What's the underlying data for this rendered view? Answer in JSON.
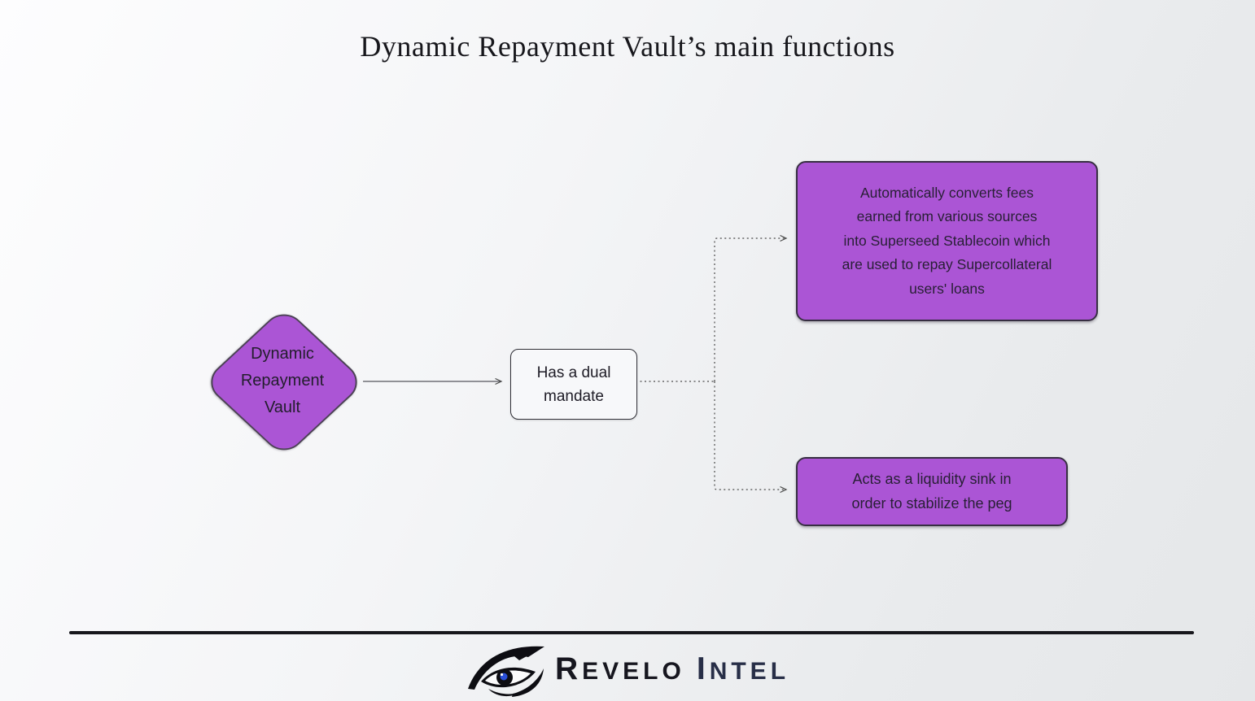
{
  "title": "Dynamic Repayment Vault’s main functions",
  "colors": {
    "node_purple": "#ab55d5",
    "node_border_dark": "#372f42",
    "plain_node_bg": "#f7f8fa",
    "connector_gray": "#4a4a4a",
    "divider_black": "#17171c",
    "logo_pupil_blue": "#2a4fd7",
    "brand_revelo_color": "#16161f",
    "brand_intel_color": "#272e47"
  },
  "diagram": {
    "root": {
      "label": "Dynamic Repayment Vault",
      "lines": [
        "Dynamic",
        "Repayment",
        "Vault"
      ]
    },
    "mandate": {
      "label": "Has a dual mandate",
      "lines": [
        "Has a dual",
        "mandate"
      ]
    },
    "functions": [
      {
        "label": "Automatically converts fees earned from various sources into Superseed Stablecoin which are used to repay Supercollateral users' loans",
        "lines": [
          "Automatically converts fees",
          "earned from various sources",
          "into Superseed Stablecoin which",
          "are used to repay Supercollateral",
          "users' loans"
        ]
      },
      {
        "label": "Acts as a liquidity sink in order to stabilize the peg",
        "lines": [
          "Acts as a liquidity sink in",
          "order to stabilize the peg"
        ]
      }
    ]
  },
  "footer": {
    "brand_word1": "Revelo",
    "brand_word2": "Intel"
  }
}
